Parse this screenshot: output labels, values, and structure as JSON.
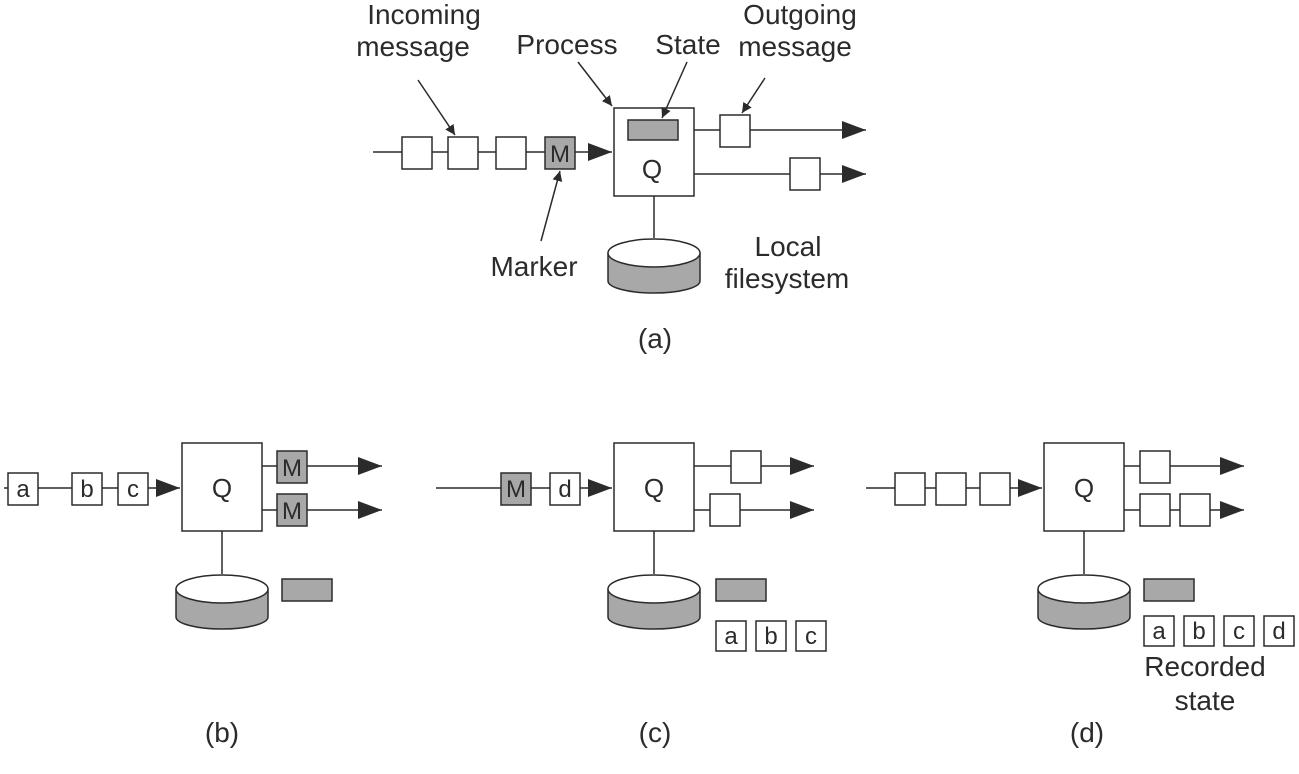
{
  "panel_a": {
    "caption": "(a)",
    "process_name": "Q",
    "marker_symbol": "M",
    "callouts": {
      "incoming": [
        "Incoming",
        "message"
      ],
      "process": "Process",
      "state": "State",
      "outgoing": [
        "Outgoing",
        "message"
      ],
      "marker": "Marker",
      "filesystem": [
        "Local",
        "filesystem"
      ]
    }
  },
  "panel_b": {
    "caption": "(b)",
    "process_name": "Q",
    "incoming_messages": [
      "a",
      "b",
      "c"
    ],
    "outgoing_markers": [
      "M",
      "M"
    ]
  },
  "panel_c": {
    "caption": "(c)",
    "process_name": "Q",
    "incoming_marker": "M",
    "incoming_message": "d",
    "recorded_messages": [
      "a",
      "b",
      "c"
    ]
  },
  "panel_d": {
    "caption": "(d)",
    "process_name": "Q",
    "recorded_messages": [
      "a",
      "b",
      "c",
      "d"
    ],
    "recorded_label": [
      "Recorded",
      "state"
    ]
  },
  "colors": {
    "stroke": "#2b2b2b",
    "gray_fill": "#a8a8a8",
    "background": "#ffffff"
  }
}
